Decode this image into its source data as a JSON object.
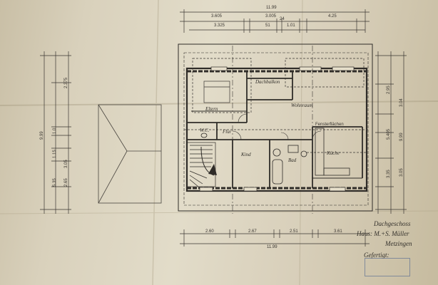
{
  "dims_top": [
    "11.99",
    "3.605",
    "3.005",
    "24",
    "4.25",
    "3.325",
    "51",
    "1.01"
  ],
  "dims_left": [
    "9.99",
    "5.35",
    "1.15",
    "1.0",
    "2.375",
    "2.65",
    "3.05"
  ],
  "dims_right": [
    "9.99",
    "2.95",
    "5.405",
    "3.35",
    "3.04",
    "3.05"
  ],
  "dims_bottom": [
    "2.60",
    "2.67",
    "2.51",
    "3.61",
    "11.99"
  ],
  "rooms": {
    "eltern": "Eltern",
    "dachbalkon": "Dachbalkon",
    "wohnraum": "Wohnraum",
    "wc": "W.C.",
    "flur": "Flur",
    "kind": "Kind",
    "bad": "Bad",
    "kueche": "Küche",
    "window_note": "Fensterflächen"
  },
  "title_block": {
    "title": "Dachgeschoss",
    "owner": "Haus: M.+S. Müller",
    "location": "Metzingen",
    "approved": "Gefertigt:",
    "stamp_line1": "",
    "stamp_line2": "",
    "stamp_line3": ""
  },
  "colors": {
    "paper": "#e2dcc9",
    "ink": "#2f2c28",
    "stamp": "#3f4f72"
  }
}
